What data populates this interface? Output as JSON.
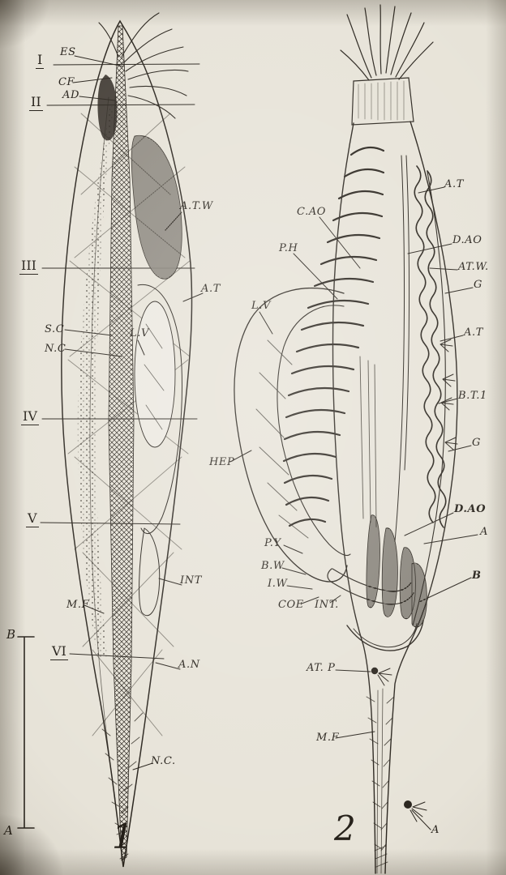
{
  "plate": {
    "fig1_number": "1",
    "fig2_number": "2"
  },
  "scale_bar": {
    "top_label": "B",
    "bottom_label": "A"
  },
  "roman_numerals": {
    "i": "I",
    "ii": "II",
    "iii": "III",
    "iv": "IV",
    "v": "V",
    "vi": "VI"
  },
  "fig1": {
    "es": "ES",
    "cf": "CF",
    "ad": "AD",
    "atw": "A.T.W",
    "at": "A.T",
    "sc": "S.C",
    "nc": "N.C",
    "lv": "L.V",
    "int": "INT",
    "mf": "M.F",
    "an": "A.N",
    "nc2": "N.C."
  },
  "fig2": {
    "at_top": "A.T",
    "cao": "C.AO",
    "ph": "P.H",
    "dao_upper": "D.AO",
    "atw": "AT.W.",
    "g_upper": "G",
    "lv": "L.V",
    "at_mid": "A.T",
    "bt1": "B.T.1",
    "g_lower": "G",
    "hep": "HEP",
    "dao_lower": "D.AO",
    "a_mid": "A",
    "b": "B",
    "py": "P.Y",
    "bw": "B.W",
    "iw": "I.W",
    "coe": "COE",
    "int": "INT.",
    "atp": "AT. P",
    "mf": "M.F",
    "a_bottom": "A"
  },
  "colors": {
    "ink": "#2a251e",
    "paper": "#e7e3d8"
  }
}
